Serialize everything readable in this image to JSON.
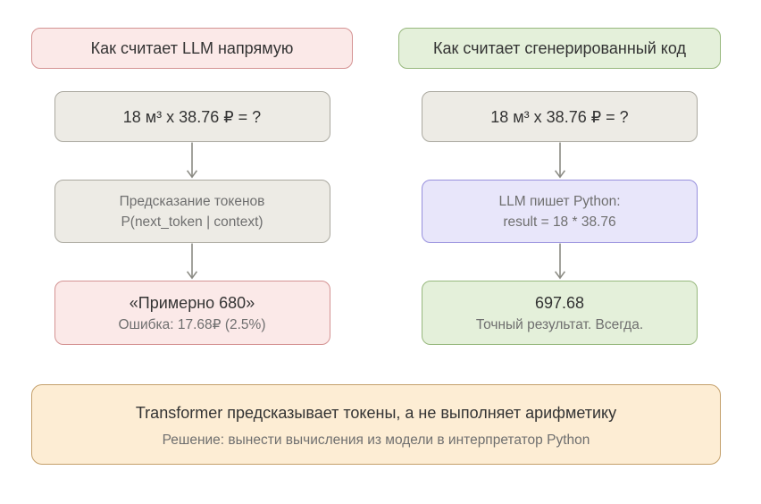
{
  "palette": {
    "page-bg": "#ffffff",
    "pink-bg": "#fbe9e8",
    "pink-border": "#d49393",
    "green-bg": "#e4f0da",
    "green-border": "#97b87d",
    "gray-bg": "#edebe5",
    "gray-border": "#aaa89f",
    "lavender-bg": "#e8e6fa",
    "lavender-border": "#9790dd",
    "peach-bg": "#fdedd4",
    "peach-border": "#c4a06b",
    "arrow": "#8b8b84",
    "text-dark": "#333333",
    "text-muted": "#6f6f6f"
  },
  "left_column": {
    "header": "Как считает LLM напрямую",
    "problem": "18 м³ x 38.76 ₽ = ?",
    "process_line1": "Предсказание токенов",
    "process_line2": "P(next_token | context)",
    "result_line1": "«Примерно 680»",
    "result_line2": "Ошибка: 17.68₽ (2.5%)"
  },
  "right_column": {
    "header": "Как считает сгенерированный код",
    "problem": "18 м³ x 38.76 ₽ = ?",
    "process_line1": "LLM пишет Python:",
    "process_line2": "result = 18 * 38.76",
    "result_line1": "697.68",
    "result_line2": "Точный результат. Всегда."
  },
  "banner": {
    "title": "Transformer предсказывает токены, а не выполняет арифметику",
    "subtitle": "Решение: вынести вычисления из модели в интерпретатор Python"
  }
}
